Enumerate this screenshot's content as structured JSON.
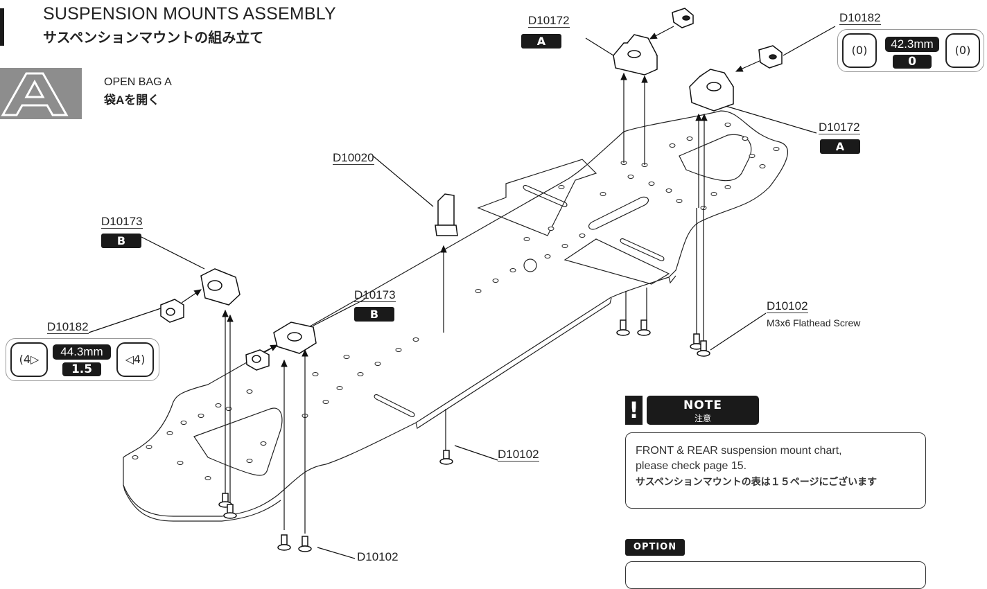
{
  "title": {
    "en": "SUSPENSION MOUNTS ASSEMBLY",
    "jp": "サスペンションマウントの組み立て"
  },
  "bag": {
    "letter": "A",
    "en": "OPEN BAG A",
    "jp": "袋Aを開く"
  },
  "parts": {
    "d10172_top": {
      "code": "D10172",
      "tag": "A"
    },
    "d10172_right": {
      "code": "D10172",
      "tag": "A"
    },
    "d10182_top": {
      "code": "D10182"
    },
    "d10020": {
      "code": "D10020"
    },
    "d10173_left": {
      "code": "D10173",
      "tag": "B"
    },
    "d10173_center": {
      "code": "D10173",
      "tag": "B"
    },
    "d10182_left": {
      "code": "D10182"
    },
    "d10102_right": {
      "code": "D10102",
      "desc": "M3x6 Flathead Screw"
    },
    "d10102_center": {
      "code": "D10102"
    },
    "d10102_bottom": {
      "code": "D10102"
    }
  },
  "spacer_top": {
    "value": "42.3mm",
    "setting": "0",
    "left_icon": "(0)",
    "right_icon": "(0)"
  },
  "spacer_left": {
    "value": "44.3mm",
    "setting": "1.5",
    "left_icon": "(4▷",
    "right_icon": "◁4)"
  },
  "note": {
    "header": "NOTE",
    "header_jp": "注意",
    "exclamation": "!",
    "line1": "FRONT & REAR suspension mount chart,",
    "line2": "please check page 15.",
    "line_jp": "サスペンションマウントの表は１５ページにございます"
  },
  "option": {
    "label": "OPTION"
  }
}
